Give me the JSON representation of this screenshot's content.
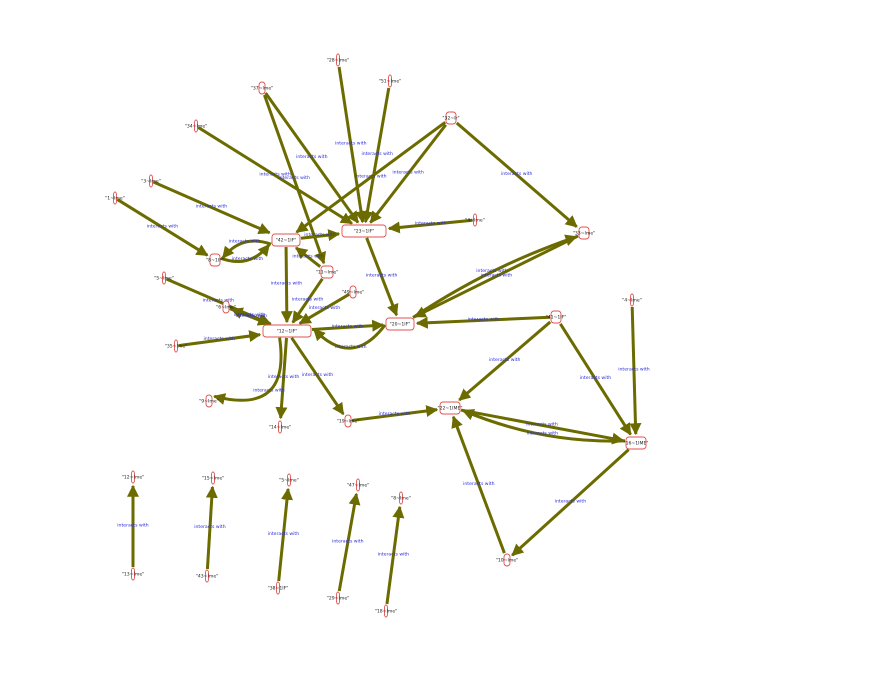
{
  "graph": {
    "colors": {
      "edge": "#6b6b00",
      "node_border": "#e05050",
      "edge_label": "#2a2ad8",
      "node_label": "#222222"
    },
    "nodes": [
      {
        "id": "n28",
        "label": "\"28~Ime\""
      },
      {
        "id": "n51",
        "label": "\"51~Ime\""
      },
      {
        "id": "n37",
        "label": "\"37~Ime\""
      },
      {
        "id": "n32",
        "label": "\"32~Ir\""
      },
      {
        "id": "n34",
        "label": "\"34~Ime\""
      },
      {
        "id": "n3",
        "label": "\"3~Ime\""
      },
      {
        "id": "n1",
        "label": "\"1~Ime\""
      },
      {
        "id": "n42",
        "label": "\"42~1IF\""
      },
      {
        "id": "n23",
        "label": "\"23~1IF\""
      },
      {
        "id": "n4r",
        "label": "\"4~Ime\""
      },
      {
        "id": "n8",
        "label": "\"8~1IF\""
      },
      {
        "id": "n33",
        "label": "\"33~Ime\""
      },
      {
        "id": "n11",
        "label": "\"11~Ime\""
      },
      {
        "id": "n5",
        "label": "\"5~Ime\""
      },
      {
        "id": "n49",
        "label": "\"49~Ime\""
      },
      {
        "id": "n6",
        "label": "\"6~Ime\""
      },
      {
        "id": "n12",
        "label": "\"12~1IF\""
      },
      {
        "id": "n20",
        "label": "\"20~1IF\""
      },
      {
        "id": "n41",
        "label": "\"41~1IF\""
      },
      {
        "id": "n4r2",
        "label": "\"4~Ime\""
      },
      {
        "id": "n35",
        "label": "\"35~Ime\""
      },
      {
        "id": "n9",
        "label": "\"9~Ime\""
      },
      {
        "id": "n14",
        "label": "\"14~Ime\""
      },
      {
        "id": "n19",
        "label": "\"19~Ime\""
      },
      {
        "id": "n22",
        "label": "\"22~1IME\""
      },
      {
        "id": "n16",
        "label": "\"16~1IME\""
      },
      {
        "id": "n10",
        "label": "\"10~Ime\""
      },
      {
        "id": "nA1",
        "label": "\"12~Ime\""
      },
      {
        "id": "nA2",
        "label": "\"13~Ime\""
      },
      {
        "id": "nB1",
        "label": "\"15~Ime\""
      },
      {
        "id": "nB2",
        "label": "\"43~Ime\""
      },
      {
        "id": "nC1",
        "label": "\"5~Ime\""
      },
      {
        "id": "nC2",
        "label": "\"38~1IF\""
      },
      {
        "id": "nD1",
        "label": "\"47~Ime\""
      },
      {
        "id": "nD2",
        "label": "\"29~Ime\""
      },
      {
        "id": "nE1",
        "label": "\"8~Ime\""
      },
      {
        "id": "nE2",
        "label": "\"18~Ime\""
      }
    ],
    "edges": [
      {
        "label": "interacts with"
      },
      {
        "label": "interacts with"
      },
      {
        "label": "interacts with"
      },
      {
        "label": "interacts with"
      },
      {
        "label": "interacts with"
      },
      {
        "label": "interacts with"
      },
      {
        "label": "interacts with"
      },
      {
        "label": "interacts with"
      },
      {
        "label": "interacts with"
      },
      {
        "label": "interacts with"
      },
      {
        "label": "interacts with"
      },
      {
        "label": "interacts with"
      },
      {
        "label": "interacts with"
      },
      {
        "label": "interacts with"
      },
      {
        "label": "interacts with"
      },
      {
        "label": "interacts with"
      },
      {
        "label": "interacts with"
      },
      {
        "label": "interacts with"
      },
      {
        "label": "interacts with"
      },
      {
        "label": "interacts with"
      },
      {
        "label": "interacts with"
      },
      {
        "label": "interacts with"
      },
      {
        "label": "interacts with"
      },
      {
        "label": "interacts with"
      },
      {
        "label": "interacts with"
      },
      {
        "label": "interacts with"
      },
      {
        "label": "interacts with"
      },
      {
        "label": "interacts with"
      },
      {
        "label": "interacts with"
      },
      {
        "label": "interacts with"
      },
      {
        "label": "interacts with"
      },
      {
        "label": "interacts with"
      },
      {
        "label": "interacts with"
      },
      {
        "label": "interacts with"
      },
      {
        "label": "interacts with"
      },
      {
        "label": "interacts with"
      },
      {
        "label": "interacts with"
      },
      {
        "label": "interacts with"
      },
      {
        "label": "interacts with"
      },
      {
        "label": "interacts with"
      },
      {
        "label": "interacts with"
      },
      {
        "label": "interacts with"
      },
      {
        "label": "interacts with"
      },
      {
        "label": "interacts with"
      }
    ]
  }
}
